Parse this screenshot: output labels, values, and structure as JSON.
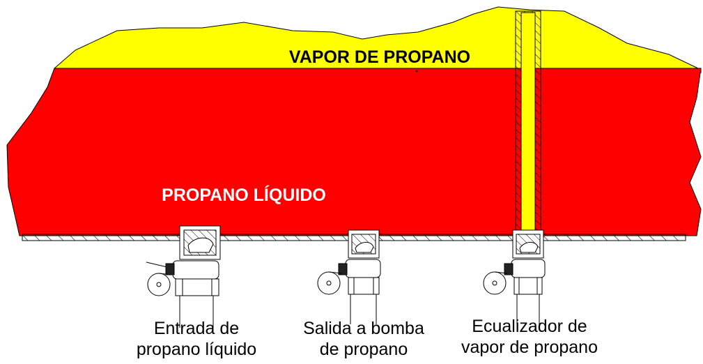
{
  "labels": {
    "vapor": "VAPOR DE PROPANO",
    "liquid": "PROPANO LÍQUIDO"
  },
  "captions": [
    {
      "line1": "Entrada de",
      "line2": "propano líquido"
    },
    {
      "line1": "Salida a bomba",
      "line2": "de propano"
    },
    {
      "line1": "Ecualizador de",
      "line2": "vapor de propano"
    }
  ],
  "colors": {
    "vapor": "#ffff00",
    "liquid": "#ff0000",
    "liquid_label": "#ffffff",
    "outline": "#000000"
  }
}
